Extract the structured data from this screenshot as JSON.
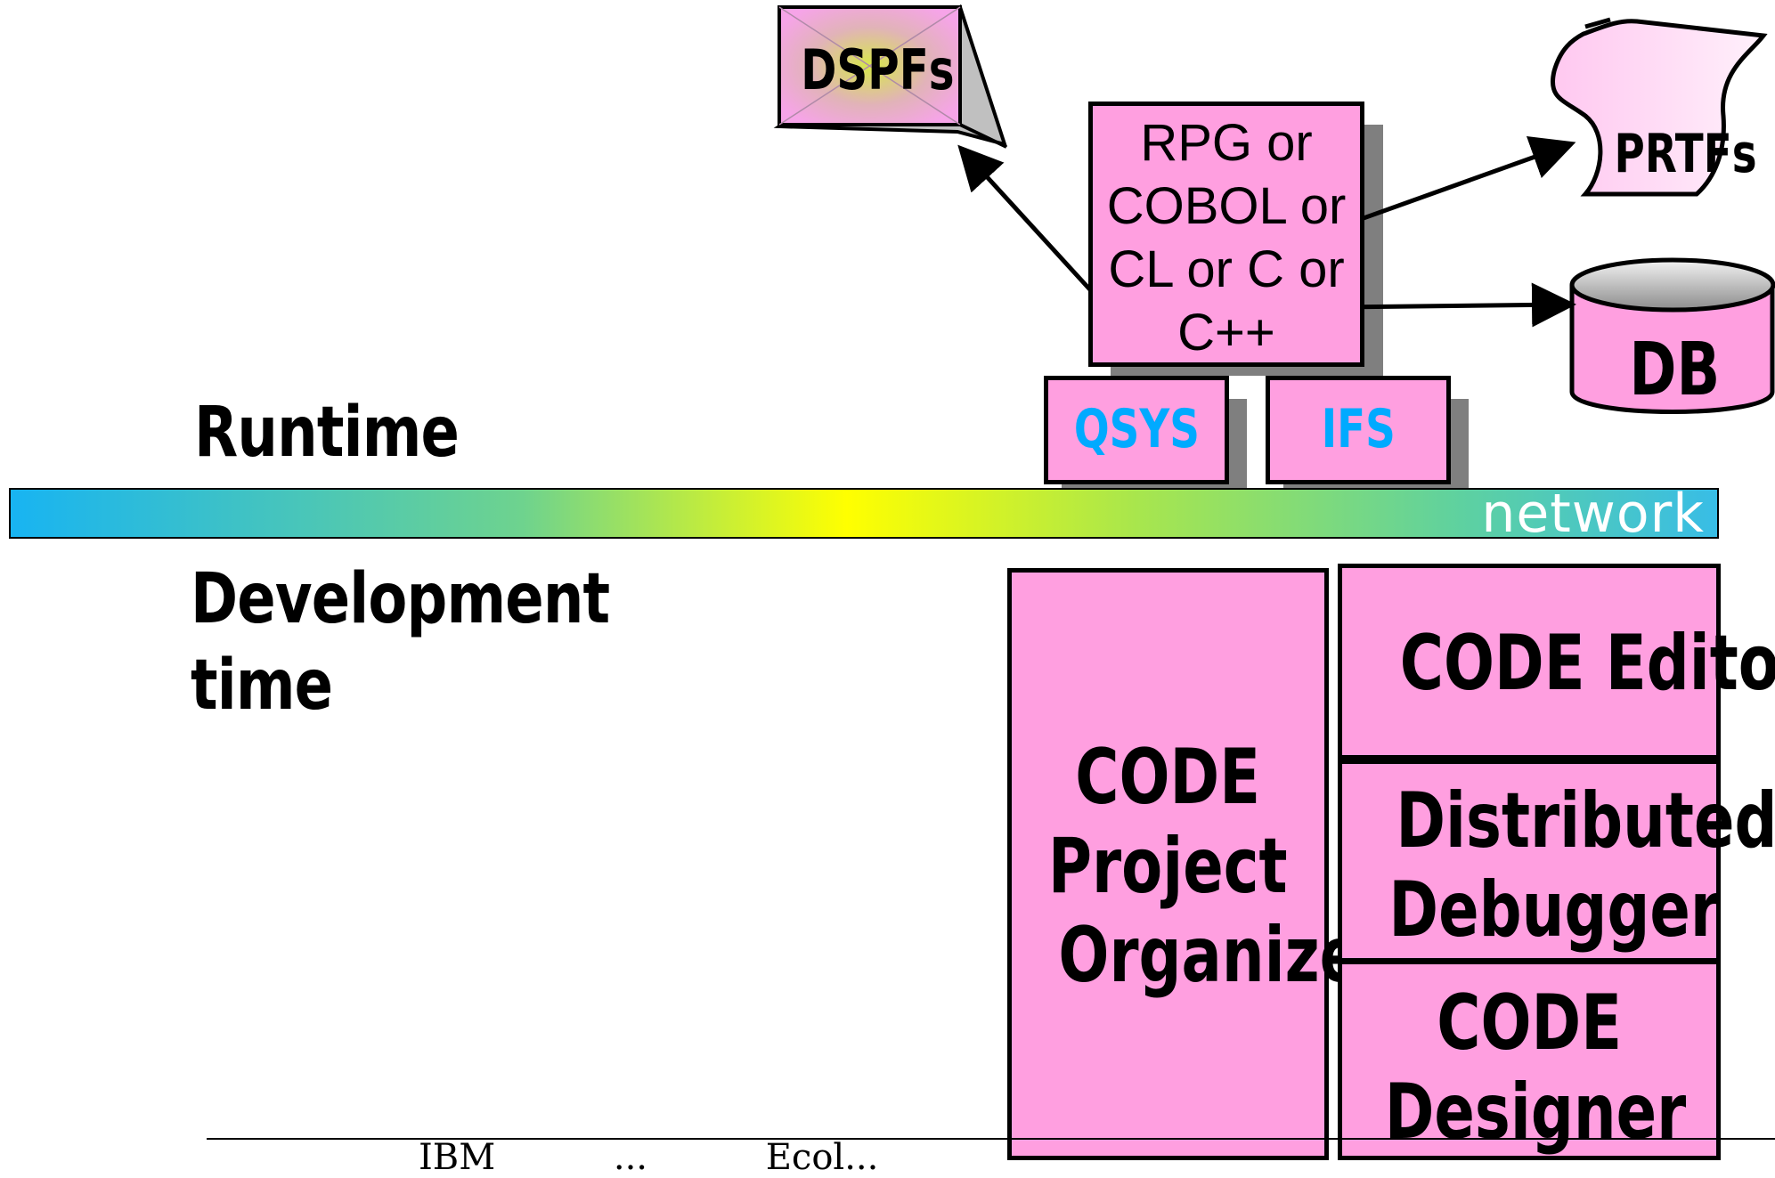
{
  "labels": {
    "runtime": "Runtime",
    "development_line1": "Development",
    "development_line2": "time"
  },
  "network": {
    "label": "network"
  },
  "runtime_components": {
    "dspf": "DSPFs",
    "program_lines": [
      "RPG or",
      "COBOL or",
      "CL or C or",
      "C++"
    ],
    "prtf": "PRTFs",
    "db": "DB",
    "qsys": "QSYS",
    "ifs": "IFS"
  },
  "dev_components": {
    "project_organizer_lines": [
      "CODE",
      "Project",
      "Organizer"
    ],
    "editor": "CODE Editor",
    "debugger_lines": [
      "Distributed",
      "Debugger"
    ],
    "designer_lines": [
      "CODE",
      "Designer"
    ]
  },
  "footer": {
    "text": "IBM ... Ecol..."
  },
  "colors": {
    "box_fill": "#ff9fe0",
    "shadow": "#7f7f7f",
    "storage_label": "#00aaff",
    "network_text": "#ffffff"
  }
}
